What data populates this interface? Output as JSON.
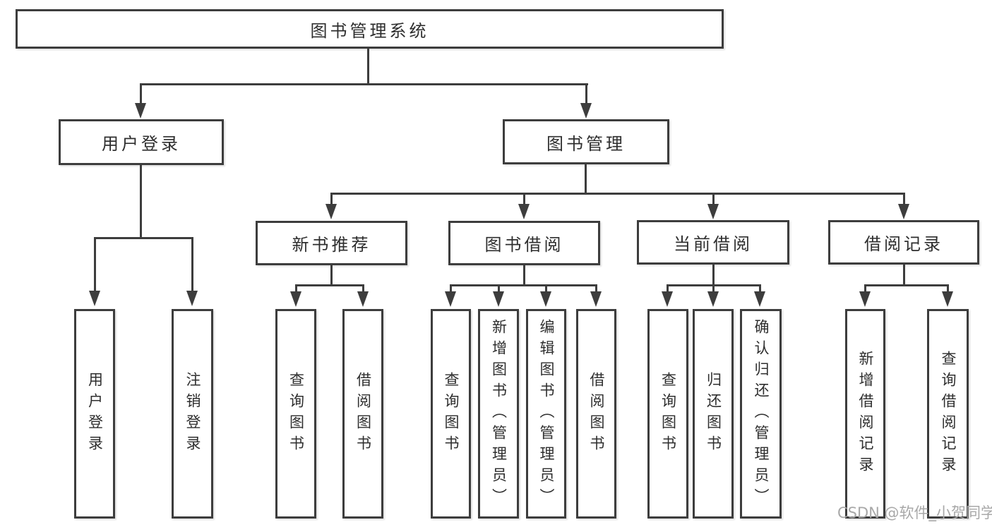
{
  "colors": {
    "line": "#3d3d3d",
    "text": "#2e2e2e",
    "watermark": "#a8a8a8",
    "background": "#ffffff"
  },
  "diagram": {
    "type": "hierarchy-tree",
    "root": "图书管理系统",
    "level2": {
      "user_login": "用户登录",
      "book_management": "图书管理"
    },
    "level3": {
      "new_book_rec": "新书推荐",
      "book_borrow": "图书借阅",
      "current_borrow": "当前借阅",
      "borrow_records": "借阅记录"
    },
    "leaves": {
      "user_login": "用户登录",
      "logout": "注销登录",
      "nbr_query_book": "查询图书",
      "nbr_borrow_book": "借阅图书",
      "bb_query_book": "查询图书",
      "bb_add_book": "新增图书（管理员）",
      "bb_edit_book": "编辑图书（管理员）",
      "bb_borrow_book": "借阅图书",
      "cb_query_book": "查询图书",
      "cb_return_book": "归还图书",
      "cb_confirm_return": "确认归还（管理员）",
      "br_add_record": "新增借阅记录",
      "br_query_record": "查询借阅记录"
    }
  },
  "watermark": "CSDN @软件_小贺同学"
}
